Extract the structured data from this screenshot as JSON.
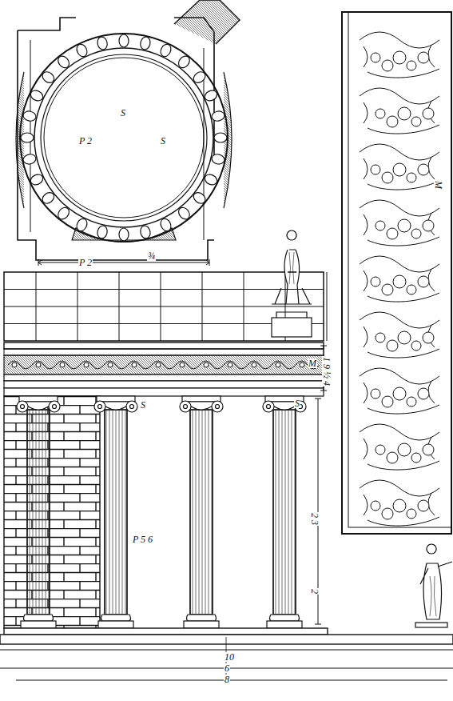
{
  "diagram": {
    "labels": [
      "S",
      "P 2",
      "S",
      "P 2",
      "¾",
      "M",
      "1 9 ½ 4",
      "S",
      "S",
      "P 5 6",
      "2 3",
      "2",
      "M",
      "10",
      "6",
      "8"
    ]
  }
}
